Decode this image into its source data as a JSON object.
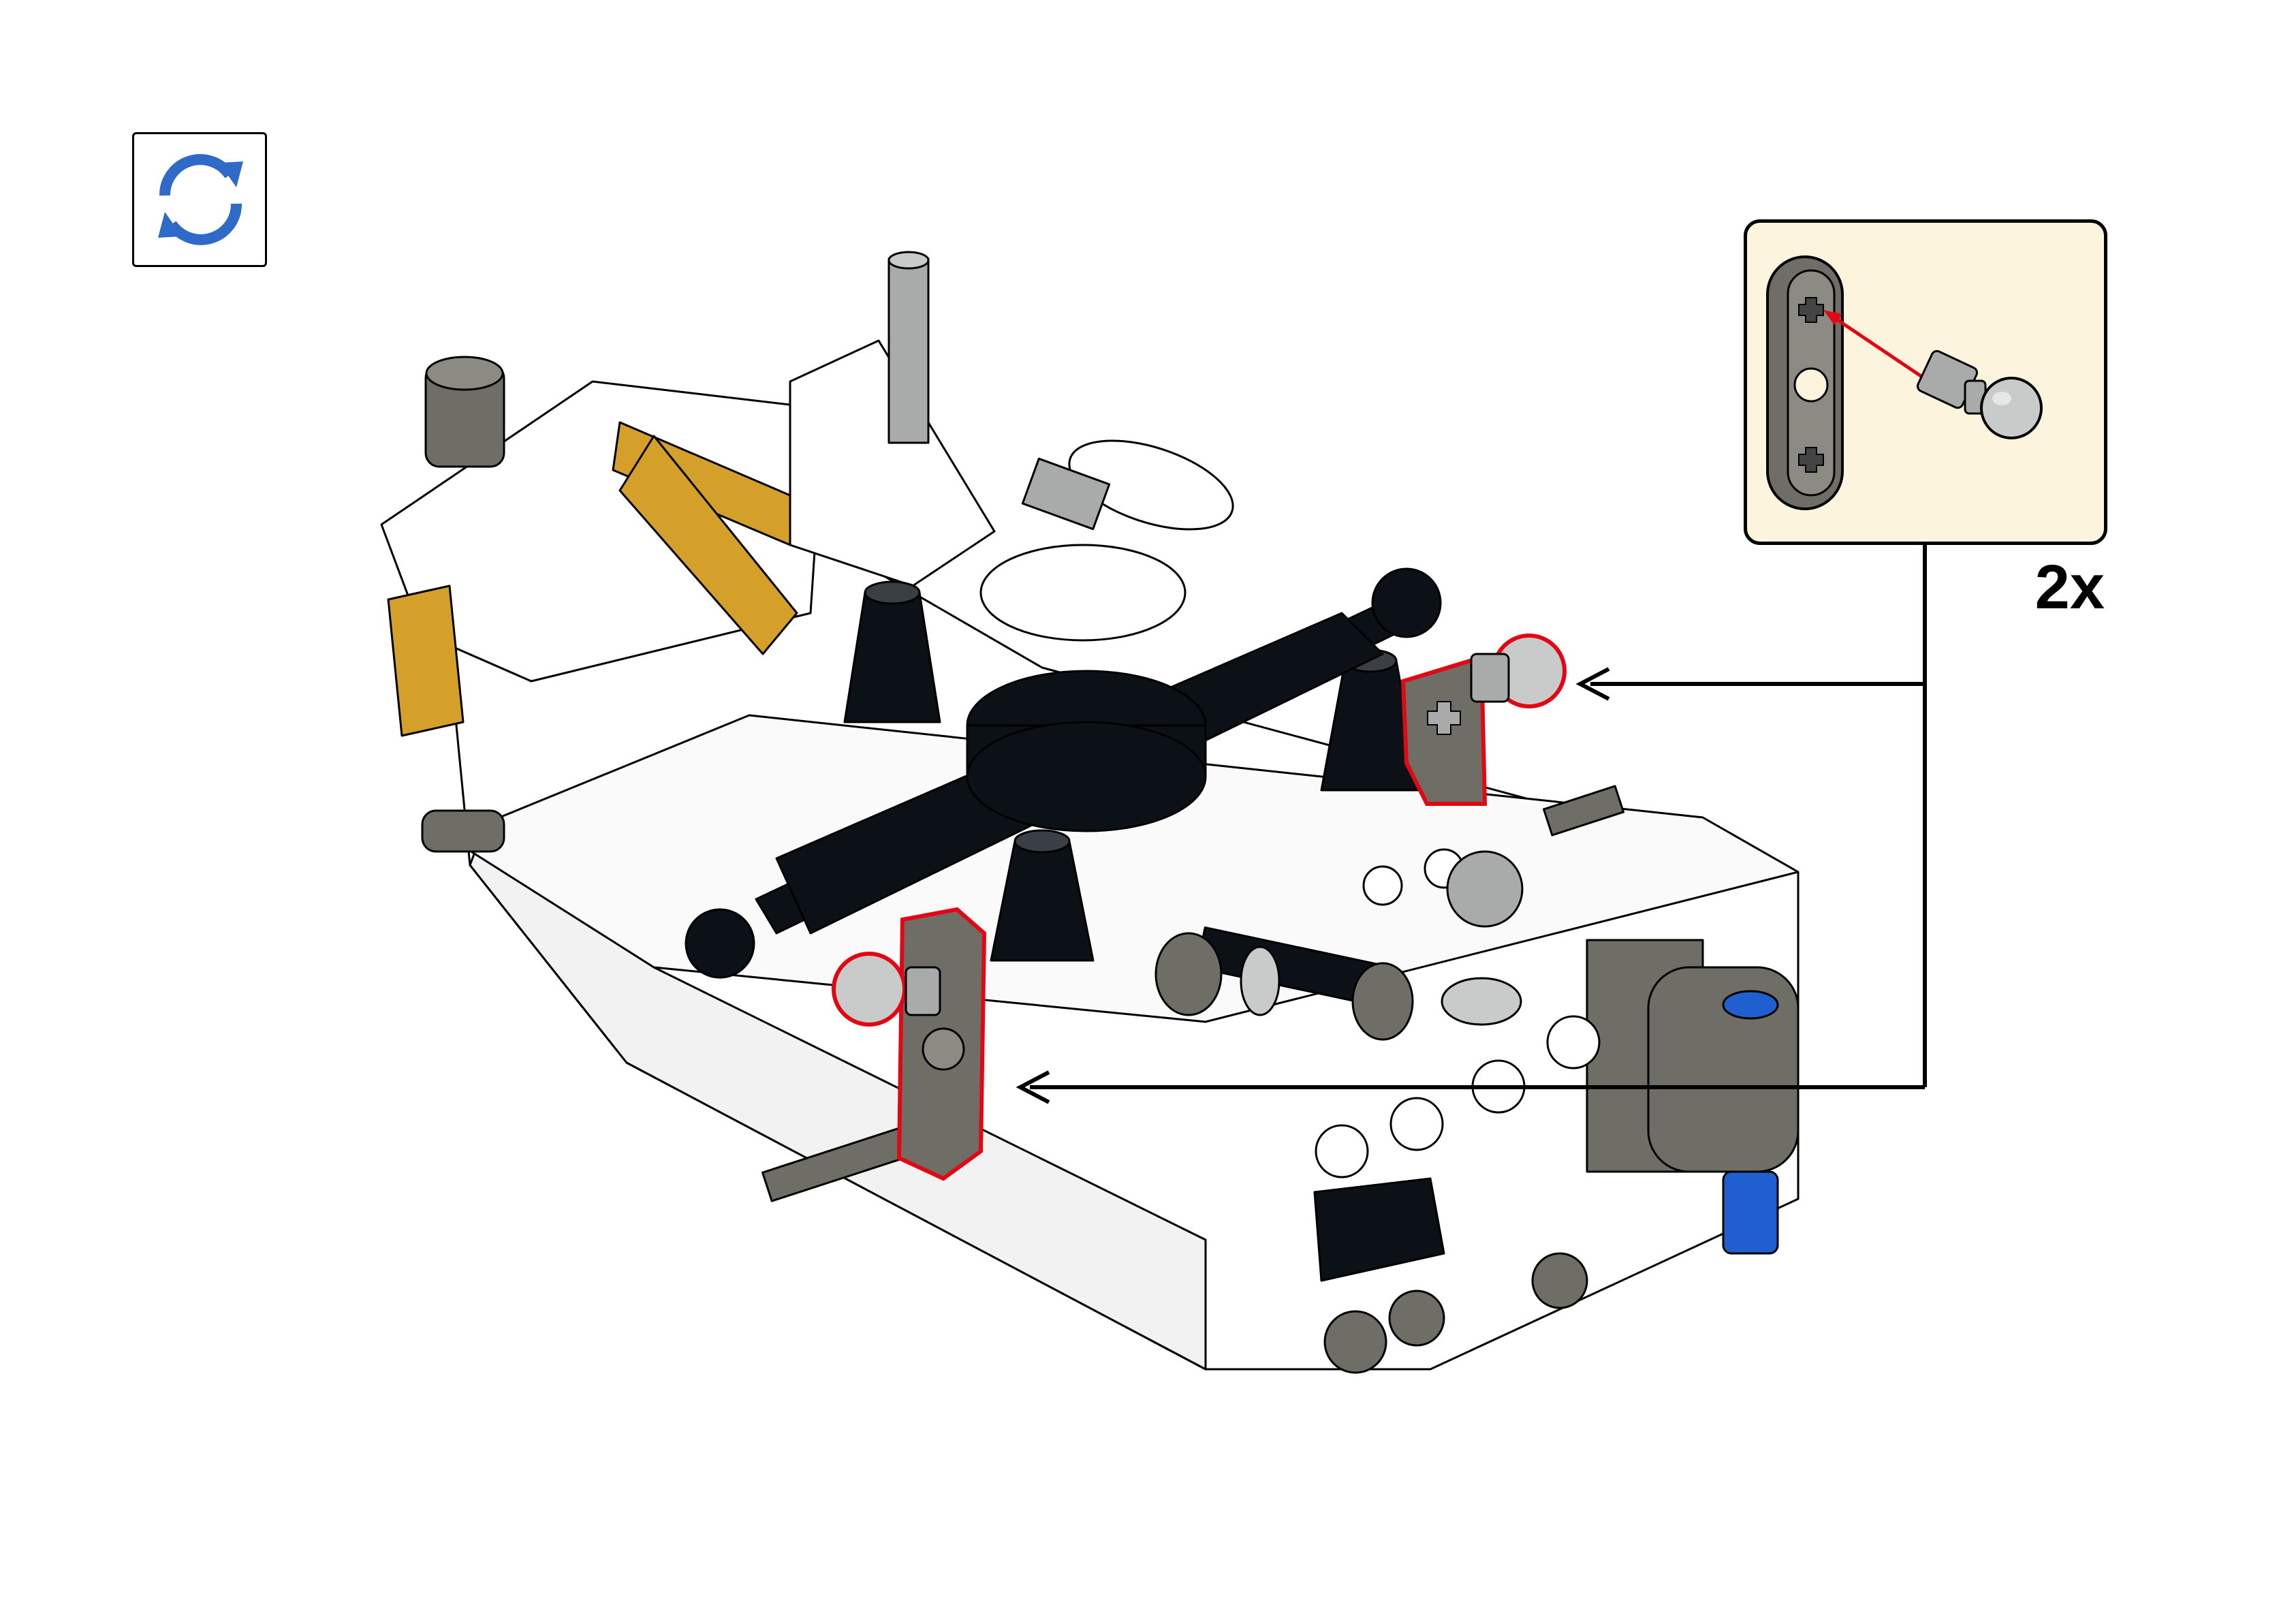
{
  "instruction_page": {
    "rotate_icon": "rotate-model-icon",
    "callout": {
      "quantity": "2x",
      "parts": [
        "liftarm-thick-1x3",
        "ball-joint-pin"
      ]
    },
    "colors": {
      "highlight_red": "#e30613",
      "rotate_blue": "#2f6ac8",
      "callout_background": "#fdf4de",
      "dark_bluish_gray": "#6e6e66",
      "light_bluish_gray": "#a9abab",
      "black": "#0c1117",
      "pearl_gold": "#d4a02a",
      "blue": "#1f5fd0"
    }
  }
}
